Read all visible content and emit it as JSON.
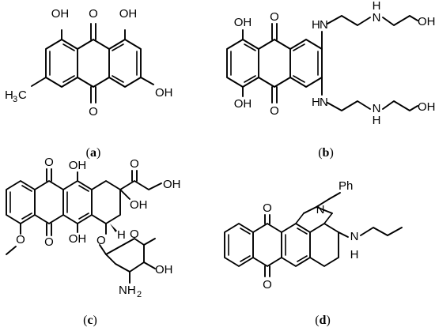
{
  "panels": [
    {
      "id": "a",
      "caption": "a",
      "labels": {
        "oh_top_left": "OH",
        "o_top": "O",
        "oh_top_right": "OH",
        "h3c": "H",
        "h3c_sub": "3",
        "h3c_c": "C",
        "oh_right": "OH",
        "o_bottom": "O"
      }
    },
    {
      "id": "b",
      "caption": "b",
      "labels": {
        "oh_top": "OH",
        "o_top": "O",
        "h_top_1": "H",
        "n_top_1": "N",
        "h_top_2": "H",
        "n_top_2": "N",
        "oh_top_end": "OH",
        "oh_bottom": "OH",
        "o_bottom": "O",
        "h_bot_1": "H",
        "n_bot_1": "N",
        "n_bot_2": "N",
        "h_bot_2": "H",
        "oh_bot_end": "OH"
      }
    },
    {
      "id": "c",
      "caption": "c",
      "labels": {
        "o_top": "O",
        "oh_1": "OH",
        "o_keto": "O",
        "oh_end": "OH",
        "oh_tert": "OH",
        "o_methoxy": "O",
        "o_bottom": "O",
        "oh_2": "OH",
        "h": "H",
        "o_link": "O",
        "o_ring": "O",
        "oh_sugar": "OH",
        "nh2_n": "NH",
        "nh2_sub": "2"
      }
    },
    {
      "id": "d",
      "caption": "d",
      "labels": {
        "o_top": "O",
        "n_ring": "N",
        "ph": "Ph",
        "n_amine": "N",
        "h_amine": "H",
        "o_bottom": "O"
      }
    }
  ]
}
